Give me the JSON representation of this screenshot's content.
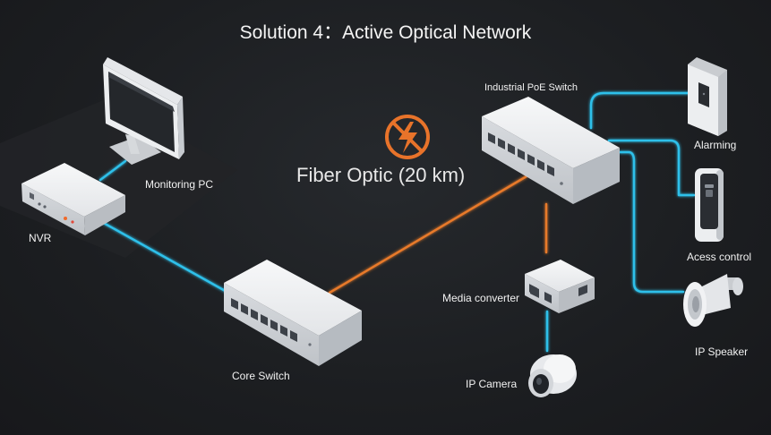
{
  "title": "Solution 4：Active Optical Network",
  "fiber_label": "Fiber Optic (20 km)",
  "devices": {
    "monitoring_pc": "Monitoring PC",
    "nvr": "NVR",
    "core_switch": "Core Switch",
    "industrial_poe_switch": "Industrial PoE Switch",
    "media_converter": "Media converter",
    "ip_camera": "IP Camera",
    "alarming": "Alarming",
    "access_control": "Acess control",
    "ip_speaker": "IP Speaker"
  },
  "colors": {
    "fiber": "#e87a2a",
    "ethernet": "#2fc0ea",
    "device": "#eceef0",
    "warning_icon": "#e8732a"
  }
}
